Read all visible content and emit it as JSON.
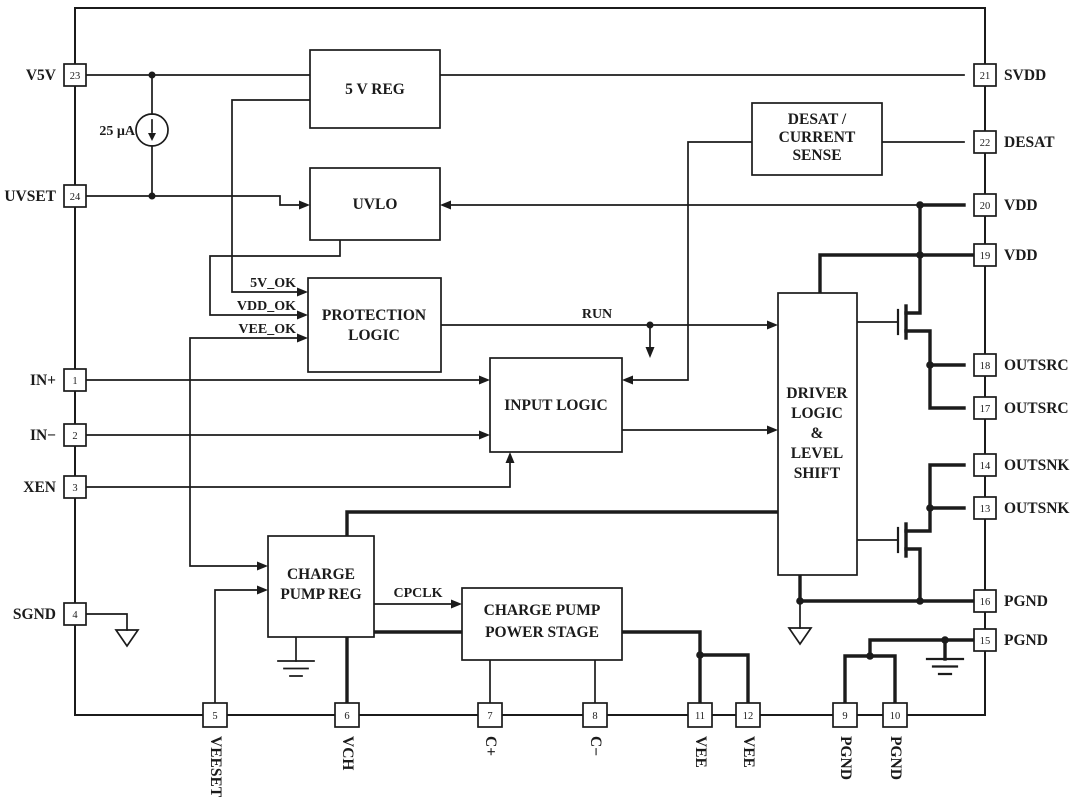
{
  "diagram": {
    "kind": "ic-functional-block-diagram",
    "colors": {
      "ink": "#1b1b1b",
      "background": "#ffffff"
    }
  },
  "blocks": {
    "reg5v": {
      "label": "5 V REG"
    },
    "desat": {
      "lines": [
        "DESAT /",
        "CURRENT",
        "SENSE"
      ]
    },
    "uvlo": {
      "label": "UVLO"
    },
    "protection": {
      "lines": [
        "PROTECTION",
        "LOGIC"
      ]
    },
    "input_logic": {
      "label": "INPUT LOGIC"
    },
    "driver": {
      "lines": [
        "DRIVER",
        "LOGIC",
        "&",
        "LEVEL",
        "SHIFT"
      ]
    },
    "cp_reg": {
      "lines": [
        "CHARGE",
        "PUMP REG"
      ]
    },
    "cp_power": {
      "lines": [
        "CHARGE PUMP",
        "POWER STAGE"
      ]
    }
  },
  "signals": {
    "bias_current": "25 µA",
    "ok_5v": "5V_OK",
    "ok_vdd": "VDD_OK",
    "ok_vee": "VEE_OK",
    "run": "RUN",
    "cpclk": "CPCLK"
  },
  "pins": {
    "left": [
      {
        "num": "23",
        "label": "V5V"
      },
      {
        "num": "24",
        "label": "UVSET"
      },
      {
        "num": "1",
        "label": "IN+"
      },
      {
        "num": "2",
        "label": "IN−"
      },
      {
        "num": "3",
        "label": "XEN"
      },
      {
        "num": "4",
        "label": "SGND"
      }
    ],
    "right": [
      {
        "num": "21",
        "label": "SVDD"
      },
      {
        "num": "22",
        "label": "DESAT"
      },
      {
        "num": "20",
        "label": "VDD"
      },
      {
        "num": "19",
        "label": "VDD"
      },
      {
        "num": "18",
        "label": "OUTSRC"
      },
      {
        "num": "17",
        "label": "OUTSRC"
      },
      {
        "num": "14",
        "label": "OUTSNK"
      },
      {
        "num": "13",
        "label": "OUTSNK"
      },
      {
        "num": "16",
        "label": "PGND"
      },
      {
        "num": "15",
        "label": "PGND"
      }
    ],
    "bottom": [
      {
        "num": "5",
        "label": "VEESET"
      },
      {
        "num": "6",
        "label": "VCH"
      },
      {
        "num": "7",
        "label": "C+"
      },
      {
        "num": "8",
        "label": "C−"
      },
      {
        "num": "11",
        "label": "VEE"
      },
      {
        "num": "12",
        "label": "VEE"
      },
      {
        "num": "9",
        "label": "PGND"
      },
      {
        "num": "10",
        "label": "PGND"
      }
    ]
  }
}
